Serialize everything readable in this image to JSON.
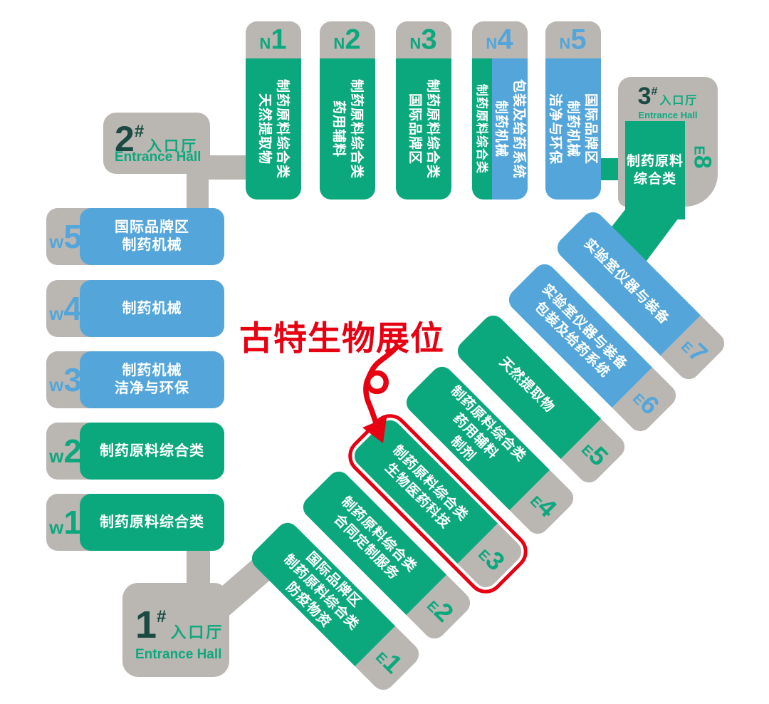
{
  "annotation": {
    "text": "古特生物展位"
  },
  "entrances": [
    {
      "num": "1",
      "hash": "#",
      "cn": "入口厅",
      "en": "Entrance Hall"
    },
    {
      "num": "2",
      "hash": "#",
      "cn": "入口厅",
      "en": "Entrance Hall"
    },
    {
      "num": "3",
      "hash": "#",
      "cn": "入口厅",
      "en": "Entrance Hall"
    }
  ],
  "halls": {
    "north": [
      {
        "prefix": "N",
        "digit": "1",
        "color": "green",
        "lines": [
          "制药原料综合类",
          "天然提取物"
        ]
      },
      {
        "prefix": "N",
        "digit": "2",
        "color": "green",
        "lines": [
          "制药原料综合类",
          "药用辅料"
        ]
      },
      {
        "prefix": "N",
        "digit": "3",
        "color": "green",
        "lines": [
          "制药原料综合类",
          "国际品牌区"
        ]
      },
      {
        "prefix": "N",
        "digit": "4",
        "color": "split",
        "green_lines": [
          "制药原料综合类"
        ],
        "blue_lines": [
          "包装及给药系统",
          "制药机械"
        ]
      },
      {
        "prefix": "N",
        "digit": "5",
        "color": "blue",
        "lines": [
          "国际品牌区",
          "制药机械",
          "洁净与环保"
        ]
      }
    ],
    "west": [
      {
        "prefix": "w",
        "digit": "5",
        "color": "blue",
        "lines": [
          "国际品牌区",
          "制药机械"
        ]
      },
      {
        "prefix": "w",
        "digit": "4",
        "color": "blue",
        "lines": [
          "制药机械"
        ]
      },
      {
        "prefix": "w",
        "digit": "3",
        "color": "blue",
        "lines": [
          "制药机械",
          "洁净与环保"
        ]
      },
      {
        "prefix": "w",
        "digit": "2",
        "color": "green",
        "lines": [
          "制药原料综合类"
        ]
      },
      {
        "prefix": "w",
        "digit": "1",
        "color": "green",
        "lines": [
          "制药原料综合类"
        ]
      }
    ],
    "east": [
      {
        "prefix": "E",
        "digit": "1",
        "color": "green",
        "lines": [
          "国际品牌区",
          "制药原料综合类",
          "防疫物资"
        ]
      },
      {
        "prefix": "E",
        "digit": "2",
        "color": "green",
        "lines": [
          "制药原料综合类",
          "合同定制服务"
        ]
      },
      {
        "prefix": "E",
        "digit": "3",
        "color": "green",
        "highlighted": true,
        "lines": [
          "制药原料综合类",
          "生物医药科技"
        ]
      },
      {
        "prefix": "E",
        "digit": "4",
        "color": "green",
        "lines": [
          "制药原料综合类",
          "药用辅料",
          "制剂"
        ]
      },
      {
        "prefix": "E",
        "digit": "5",
        "color": "green",
        "lines": [
          "天然提取物"
        ]
      },
      {
        "prefix": "E",
        "digit": "6",
        "color": "blue",
        "lines": [
          "实验室仪器与装备",
          "包装及给药系统"
        ]
      },
      {
        "prefix": "E",
        "digit": "7",
        "color": "blue",
        "lines": [
          "实验室仪器与装备"
        ]
      }
    ],
    "e8": {
      "prefix": "E",
      "digit": "8",
      "color": "green",
      "lines": [
        "制药原料",
        "综合类"
      ]
    }
  },
  "colors": {
    "green": "#0ca87d",
    "blue": "#54a6da",
    "gray": "#bab7b3",
    "red": "#e60012",
    "dark_numeral": "#1b4a42",
    "background": "#ffffff"
  }
}
